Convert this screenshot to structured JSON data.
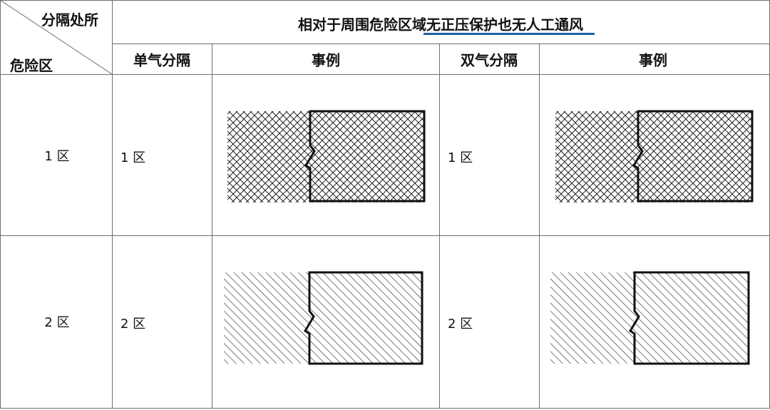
{
  "table": {
    "corner_top": "分隔处所",
    "corner_bottom": "危险区",
    "span_header_pre": "相对于周围危险区域",
    "span_header_hl": "无正压保护也无人工通风",
    "col_single": "单气分隔",
    "col_example_1": "事例",
    "col_double": "双气分隔",
    "col_example_2": "事例",
    "rows": [
      {
        "zone": "1 区",
        "single": "1 区",
        "double": "1 区",
        "pattern": "crosshatch"
      },
      {
        "zone": "2 区",
        "single": "2 区",
        "double": "2 区",
        "pattern": "diagonal"
      }
    ]
  },
  "colors": {
    "border": "#6f6f6f",
    "underline": "#1f5fa8",
    "text": "#111111"
  }
}
